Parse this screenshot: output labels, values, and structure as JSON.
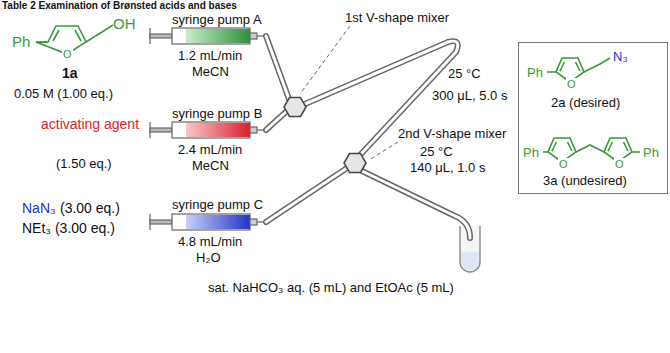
{
  "diagram": {
    "title": "Table 2 Examination of Brønsted acids and bases",
    "nodes": [
      {
        "text": [
          "Ph",
          "O",
          "N₃",
          "2a (desired)",
          "Ph",
          "O",
          "O",
          "Ph",
          "3a (undesired)"
        ]
      }
    ],
    "labels": [
      "Ph",
      "O",
      "OH",
      "1a",
      "0.05 M (1.00 eq.)",
      "syringe pump A",
      "1.2 mL/min",
      "MeCN",
      "activating agent",
      "(1.50 eq.)",
      "syringe pump B",
      "2.4 mL/min",
      "MeCN",
      "NaN₃",
      "(3.00 eq.)",
      "NEt₃ (3.00 eq.)",
      "syringe pump C",
      "4.8 mL/min",
      "H₂O",
      "1st V-shape mixer",
      "25 °C",
      "300 μL, 5.0 s",
      "2nd V-shape mixer",
      "25 °C",
      "140 μL, 1.0 s",
      "sat. NaHCO₃ aq. (5 mL) and EtOAc (5 mL)"
    ]
  }
}
